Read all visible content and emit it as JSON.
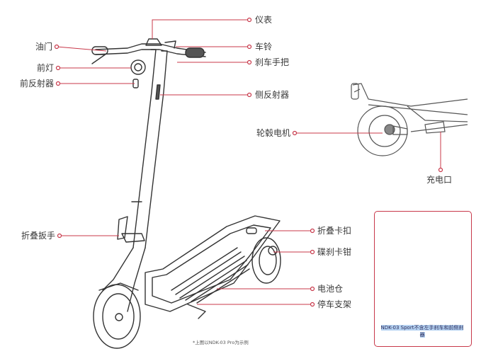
{
  "labels": {
    "dashboard": "仪表",
    "throttle": "油门",
    "bell": "车铃",
    "headlight": "前灯",
    "brake_lever": "刹车手把",
    "front_reflector": "前反射器",
    "side_reflector": "侧反射器",
    "hub_motor": "轮毂电机",
    "charging_port": "充电口",
    "folding_wrench": "折叠扳手",
    "folding_buckle": "折叠卡扣",
    "disc_brake_caliper": "碟刹卡钳",
    "battery_compartment": "电池仓",
    "kickstand": "停车支架"
  },
  "footnote": "*上图以NDK-03 Pro为示例",
  "inset_caption": "NDK-03 Sport不含左手刹车和前侧刹器",
  "colors": {
    "accent": "#c8384a",
    "line": "#333333"
  }
}
